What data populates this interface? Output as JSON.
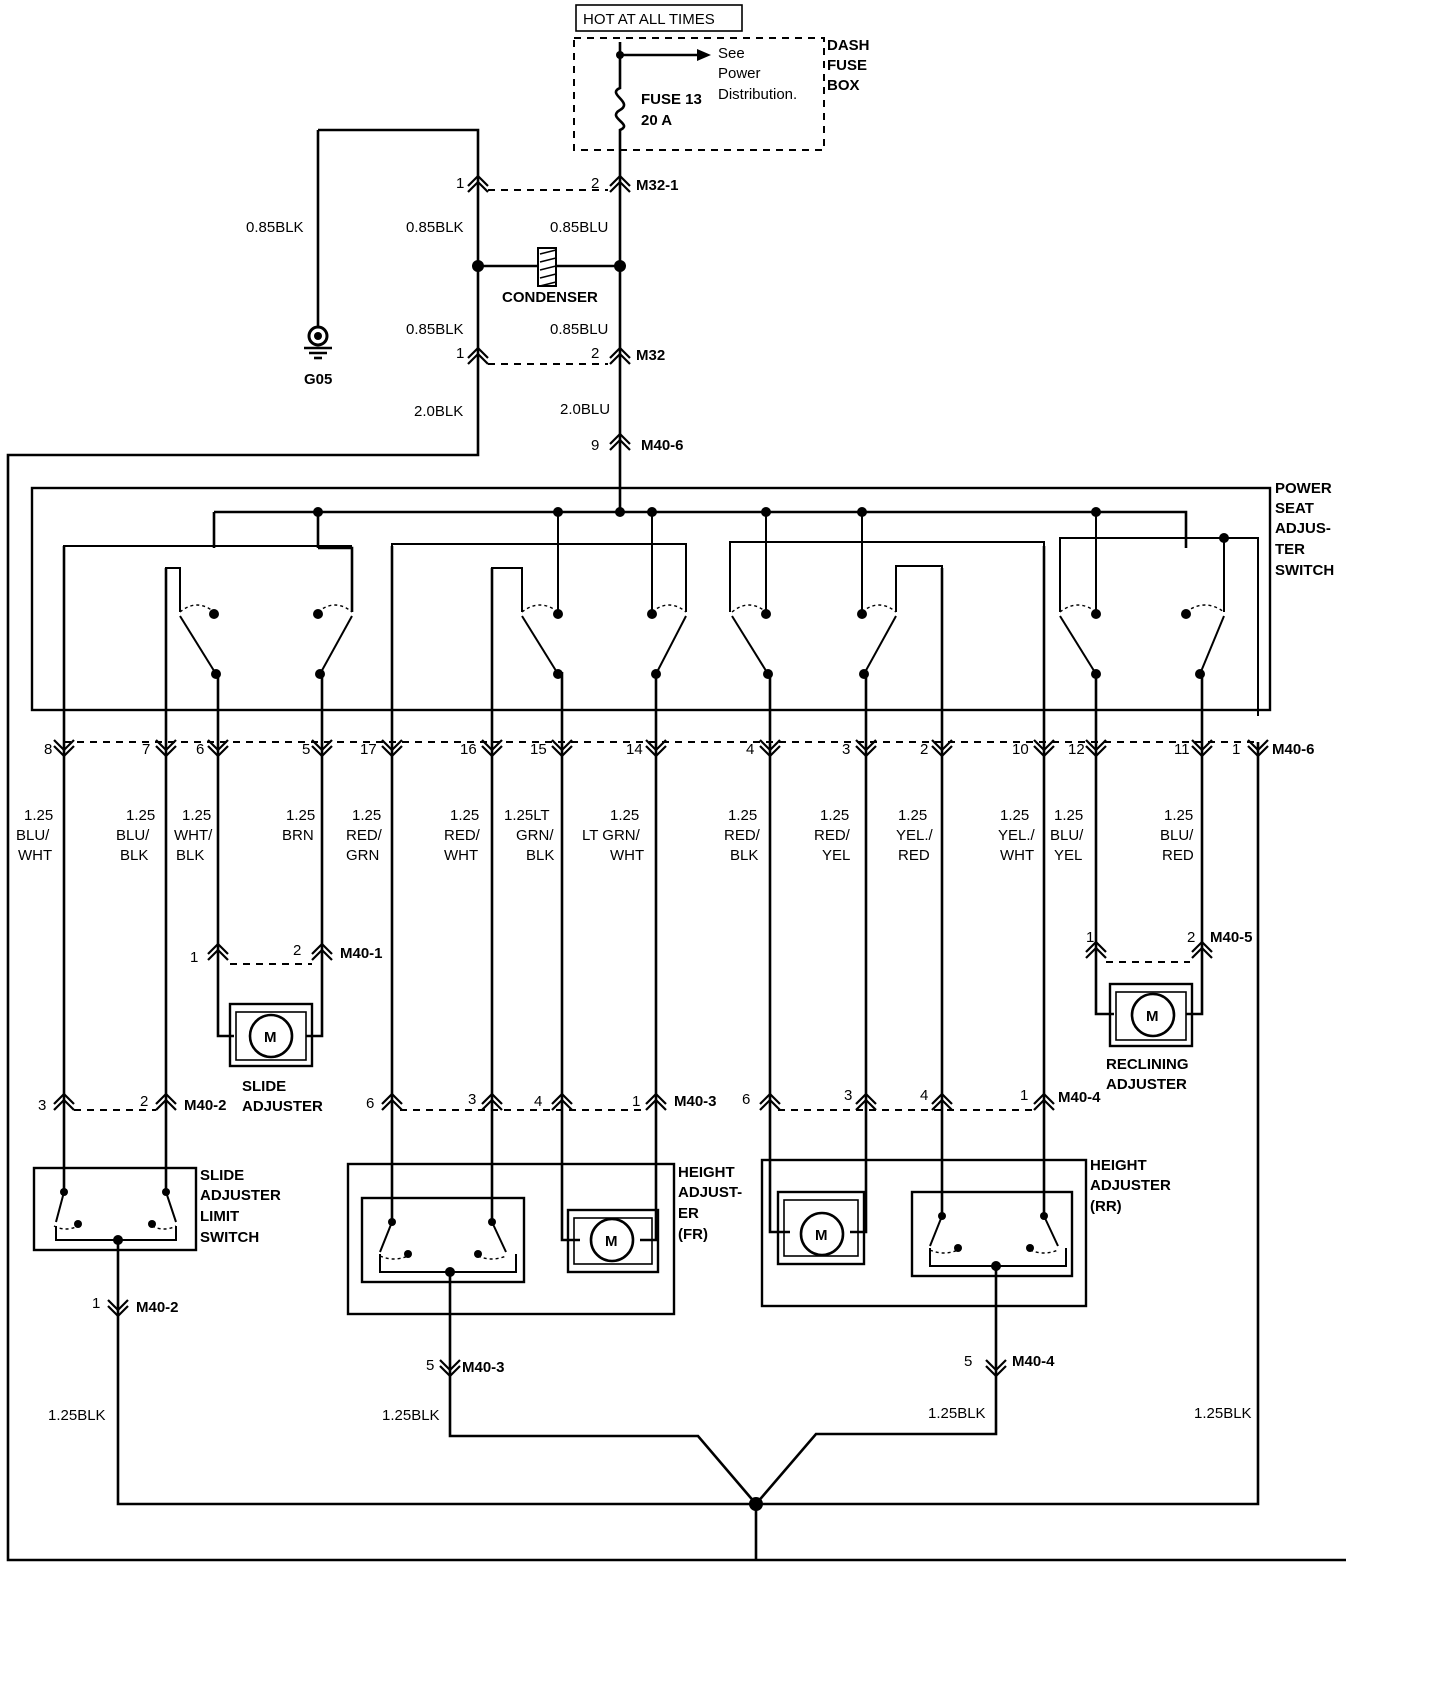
{
  "power": {
    "hot_label": "HOT AT ALL TIMES",
    "dash_fuse_box": [
      "DASH",
      "FUSE",
      "BOX"
    ],
    "see_note": [
      "See",
      "Power",
      "Distribution."
    ],
    "fuse_name": "FUSE 13",
    "fuse_rating": "20 A"
  },
  "ground": {
    "name": "G05"
  },
  "condenser_label": "CONDENSER",
  "wires": {
    "ground_wire": "0.85BLK",
    "cond_left_top": "0.85BLK",
    "cond_right_top": "0.85BLU",
    "cond_left_bot": "0.85BLK",
    "cond_right_bot": "0.85BLU",
    "feed_left": "2.0BLK",
    "feed_right": "2.0BLU",
    "bottom_1": "1.25BLK",
    "bottom_2": "1.25BLK",
    "bottom_3": "1.25BLK",
    "bottom_4": "1.25BLK"
  },
  "connectors": {
    "m32_1": {
      "name": "M32-1",
      "pins": [
        "1",
        "2"
      ]
    },
    "m32": {
      "name": "M32",
      "pins": [
        "1",
        "2"
      ]
    },
    "m40_6_top": {
      "name": "M40-6",
      "pin": "9"
    },
    "m40_6_row": {
      "name": "M40-6",
      "pins": [
        "8",
        "7",
        "6",
        "5",
        "17",
        "16",
        "15",
        "14",
        "4",
        "3",
        "2",
        "10",
        "12",
        "11",
        "1"
      ]
    },
    "m40_1": {
      "name": "M40-1",
      "pins": [
        "1",
        "2"
      ]
    },
    "m40_5": {
      "name": "M40-5",
      "pins": [
        "1",
        "2"
      ]
    },
    "m40_2": {
      "name": "M40-2",
      "pins": [
        "3",
        "2"
      ]
    },
    "m40_3": {
      "name": "M40-3",
      "pins": [
        "6",
        "3",
        "4",
        "1"
      ]
    },
    "m40_4": {
      "name": "M40-4",
      "pins": [
        "6",
        "3",
        "4",
        "1"
      ]
    },
    "m40_2_bot": {
      "name": "M40-2",
      "pin": "1"
    },
    "m40_3_bot": {
      "name": "M40-3",
      "pin": "5"
    },
    "m40_4_bot": {
      "name": "M40-4",
      "pin": "5"
    }
  },
  "switch_label": [
    "POWER",
    "SEAT",
    "ADJUS-",
    "TER",
    "SWITCH"
  ],
  "wire_colors": [
    [
      "1.25",
      "BLU/",
      "WHT"
    ],
    [
      "1.25",
      "BLU/",
      "BLK"
    ],
    [
      "1.25",
      "WHT/",
      "BLK"
    ],
    [
      "1.25",
      "BRN"
    ],
    [
      "1.25",
      "RED/",
      "GRN"
    ],
    [
      "1.25",
      "RED/",
      "WHT"
    ],
    [
      "1.25LT",
      "GRN/",
      "BLK"
    ],
    [
      "1.25",
      "LT GRN/",
      "WHT"
    ],
    [
      "1.25",
      "RED/",
      "BLK"
    ],
    [
      "1.25",
      "RED/",
      "YEL"
    ],
    [
      "1.25",
      "YEL./",
      "RED"
    ],
    [
      "1.25",
      "YEL./",
      "WHT"
    ],
    [
      "1.25",
      "BLU/",
      "YEL"
    ],
    [
      "1.25",
      "BLU/",
      "RED"
    ]
  ],
  "components": {
    "slide_adjuster": [
      "SLIDE",
      "ADJUSTER"
    ],
    "reclining_adjuster": [
      "RECLINING",
      "ADJUSTER"
    ],
    "slide_limit": [
      "SLIDE",
      "ADJUSTER",
      "LIMIT",
      "SWITCH"
    ],
    "height_fr": [
      "HEIGHT",
      "ADJUST-",
      "ER",
      "(FR)"
    ],
    "height_rr": [
      "HEIGHT",
      "ADJUSTER",
      "(RR)"
    ],
    "motor_letter": "M"
  }
}
